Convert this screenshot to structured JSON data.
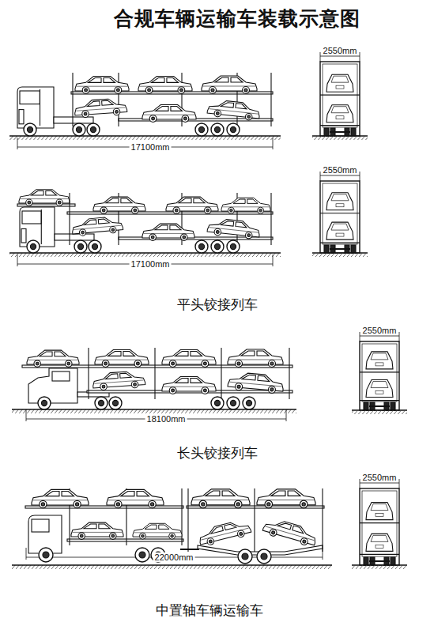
{
  "diagram": {
    "title": "合规车辆运输车装载示意图",
    "labels": [
      "2550mm",
      "17100mm",
      "2550mm",
      "17100mm",
      "平头铰接列车",
      "2550mm",
      "18100mm",
      "长头铰接列车",
      "2550mm",
      "22000mm",
      "中置轴车辆运输车"
    ]
  }
}
